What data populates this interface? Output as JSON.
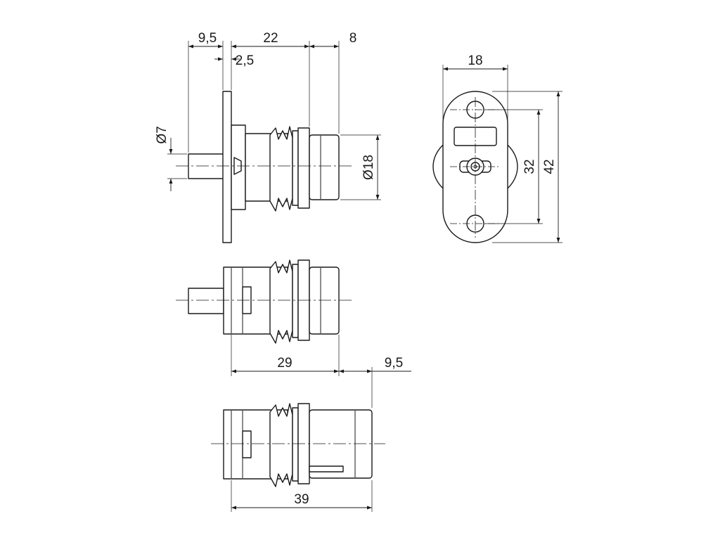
{
  "drawing": {
    "line_color": "#1a1a1a",
    "background": "#ffffff",
    "top_view": {
      "dim_flange_to_shaft_end": "9,5",
      "dim_body_length": "22",
      "dim_cylinder_length": "8",
      "dim_flange_thickness": "2,5",
      "dim_shaft_diameter": "Ø7",
      "dim_cylinder_diameter": "Ø18"
    },
    "front_view": {
      "dim_flange_width": "18",
      "dim_hole_spacing": "32",
      "dim_flange_height": "42"
    },
    "bottom_view": {
      "dim_retracted_length": "29",
      "dim_extension": "9,5",
      "dim_extended_length": "39"
    }
  }
}
